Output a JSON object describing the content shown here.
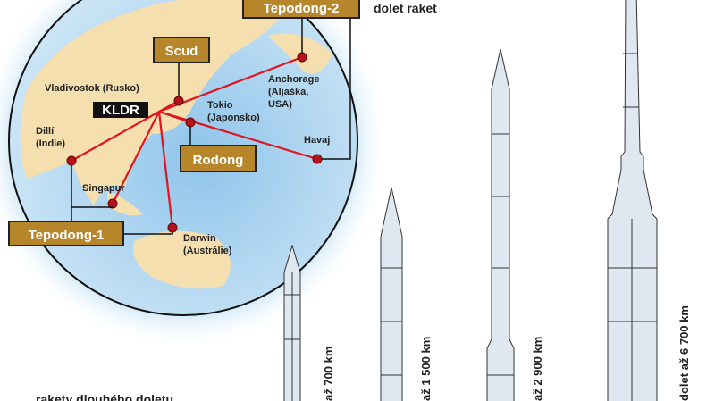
{
  "header_text": "dolet raket",
  "footer_text": "rakety dlouhého doletu",
  "origin": "KLDR",
  "missiles": [
    {
      "name": "Scud",
      "range": "až 700 km"
    },
    {
      "name": "Rodong",
      "range": "až 1 500 km"
    },
    {
      "name": "Tepodong-1",
      "range": "až 2 900 km"
    },
    {
      "name": "Tepodong-2",
      "range": "dolet až 6 700 km"
    }
  ],
  "cities": [
    {
      "name": "Vladivostok (Rusko)"
    },
    {
      "name": "Anchorage",
      "line2": "(Aljaška,",
      "line3": "USA)"
    },
    {
      "name": "Tokio",
      "line2": "(Japonsko)"
    },
    {
      "name": "Havaj"
    },
    {
      "name": "Dillí",
      "line2": "(Indie)"
    },
    {
      "name": "Singapur"
    },
    {
      "name": "Darwin",
      "line2": "(Austrálie)"
    }
  ],
  "colors": {
    "label_box": "#b8862a",
    "route": "#e0141e",
    "ocean": "#9ccbeb",
    "land": "#f6dfae"
  }
}
